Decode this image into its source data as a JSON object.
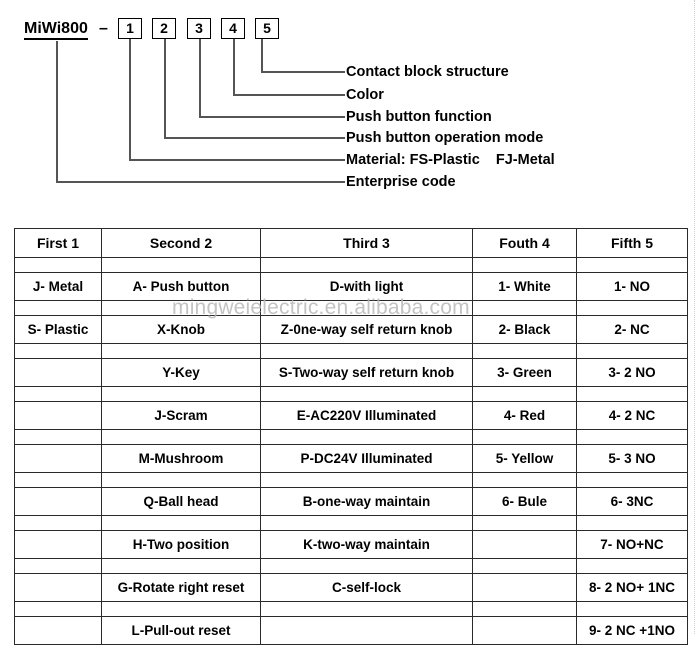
{
  "diagram": {
    "model_name": "MiWi800",
    "dash": "–",
    "digits": [
      {
        "label": "1"
      },
      {
        "label": "2"
      },
      {
        "label": "3"
      },
      {
        "label": "4"
      },
      {
        "label": "5"
      }
    ],
    "leaders": [
      {
        "label": "Contact block structure"
      },
      {
        "label": "Color"
      },
      {
        "label": "Push button function"
      },
      {
        "label": "Push button operation mode"
      },
      {
        "label": "Material: FS-Plastic    FJ-Metal"
      },
      {
        "label": "Enterprise code"
      }
    ]
  },
  "table": {
    "headers": [
      "First  1",
      "Second  2",
      "Third  3",
      "Fouth 4",
      "Fifth 5"
    ],
    "rows": [
      [
        "J- Metal",
        "A- Push button",
        "D-with light",
        "1- White",
        "1- NO"
      ],
      [
        "S- Plastic",
        "X-Knob",
        "Z-0ne-way self return knob",
        "2- Black",
        "2- NC"
      ],
      [
        "",
        "Y-Key",
        "S-Two-way self return knob",
        "3- Green",
        "3- 2 NO"
      ],
      [
        "",
        "J-Scram",
        "E-AC220V Illuminated",
        "4- Red",
        "4- 2 NC"
      ],
      [
        "",
        "M-Mushroom",
        "P-DC24V Illuminated",
        "5- Yellow",
        "5- 3 NO"
      ],
      [
        "",
        "Q-Ball head",
        "B-one-way maintain",
        "6- Bule",
        "6- 3NC"
      ],
      [
        "",
        "H-Two position",
        "K-two-way maintain",
        "",
        "7- NO+NC"
      ],
      [
        "",
        "G-Rotate right reset",
        "C-self-lock",
        "",
        "8- 2 NO+ 1NC"
      ],
      [
        "",
        "L-Pull-out reset",
        "",
        "",
        "9- 2 NC +1NO"
      ]
    ]
  },
  "watermark": {
    "text": "mingweielectric.en.alibaba.com"
  },
  "colors": {
    "line": "#2a2a2a",
    "text": "#000000",
    "watermark": "#b9b9b9",
    "background": "#ffffff"
  }
}
